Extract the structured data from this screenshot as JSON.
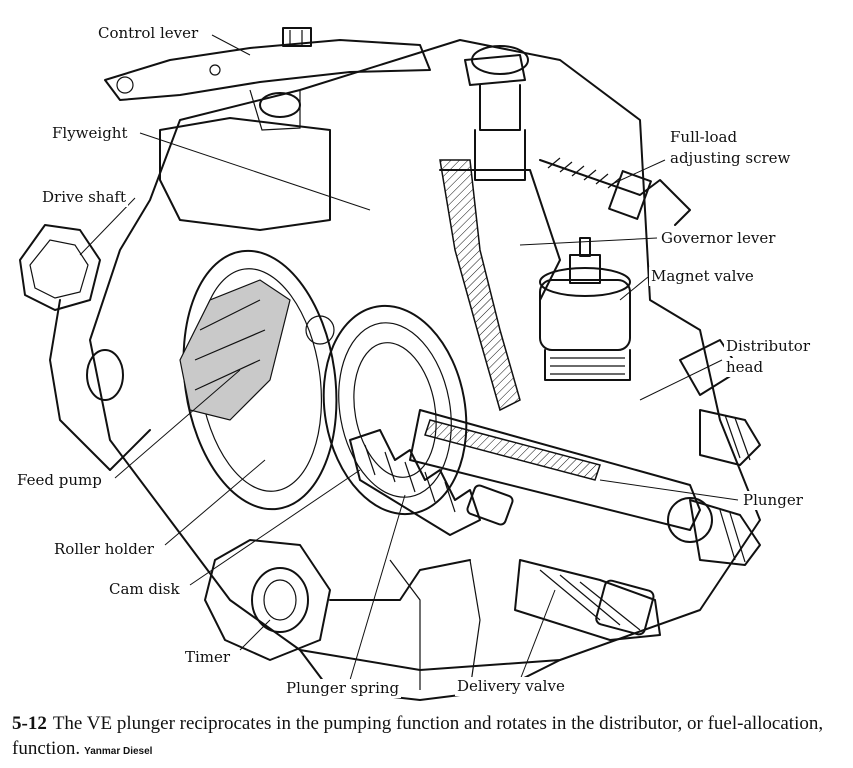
{
  "labels": {
    "control_lever": "Control lever",
    "flyweight": "Flyweight",
    "drive_shaft": "Drive shaft",
    "full_load_line1": "Full-load",
    "full_load_line2": "adjusting screw",
    "governor_lever": "Governor lever",
    "magnet_valve": "Magnet valve",
    "distributor_line1": "Distributor",
    "distributor_line2": "head",
    "feed_pump": "Feed pump",
    "plunger": "Plunger",
    "roller_holder": "Roller holder",
    "cam_disk": "Cam disk",
    "timer": "Timer",
    "plunger_spring": "Plunger spring",
    "delivery_valve": "Delivery valve"
  },
  "caption": {
    "figure_number": "5-12",
    "text": "The VE plunger reciprocates in the pumping function and rotates in the distributor, or fuel-allocation, function.",
    "credit": "Yanmar Diesel"
  }
}
